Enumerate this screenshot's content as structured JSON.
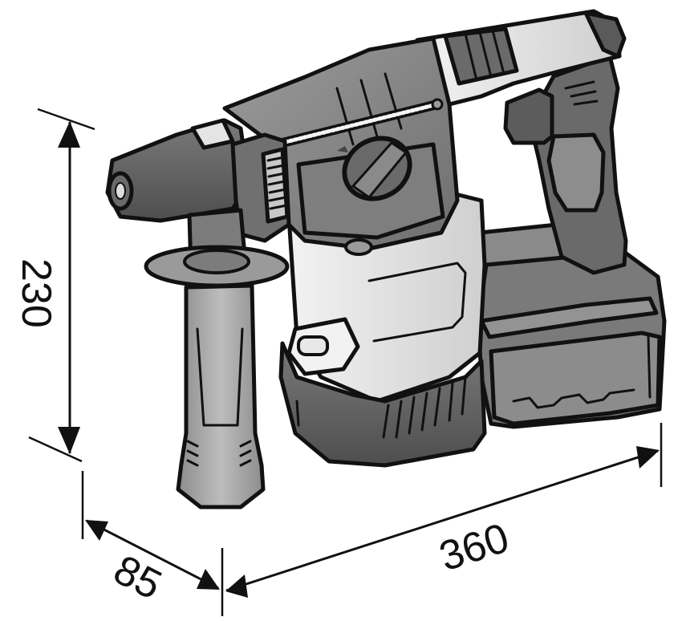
{
  "figure": {
    "subject": "Cordless rotary hammer drill with battery pack and auxiliary side handle",
    "style": "grayscale technical line illustration",
    "colors": {
      "background": "#ffffff",
      "outline": "#111111",
      "dark_gray": "#5a5a5a",
      "mid_gray": "#8a8a8a",
      "light_gray": "#d9d9d9",
      "white_panel": "#ececec"
    }
  },
  "dimensions": {
    "height": {
      "value": "230",
      "orientation": "vertical",
      "position": "left"
    },
    "depth": {
      "value": "85",
      "orientation": "diagonal",
      "position": "bottom-left"
    },
    "length": {
      "value": "360",
      "orientation": "diagonal",
      "position": "bottom"
    }
  },
  "parts": {
    "chuck": "chuck",
    "gear_housing": "gear-housing",
    "mode_selector": "mode-selector-dial",
    "side_handle": "auxiliary-side-handle",
    "motor_housing": "motor-housing",
    "main_handle": "main-handle",
    "trigger": "trigger",
    "battery": "battery-pack"
  }
}
